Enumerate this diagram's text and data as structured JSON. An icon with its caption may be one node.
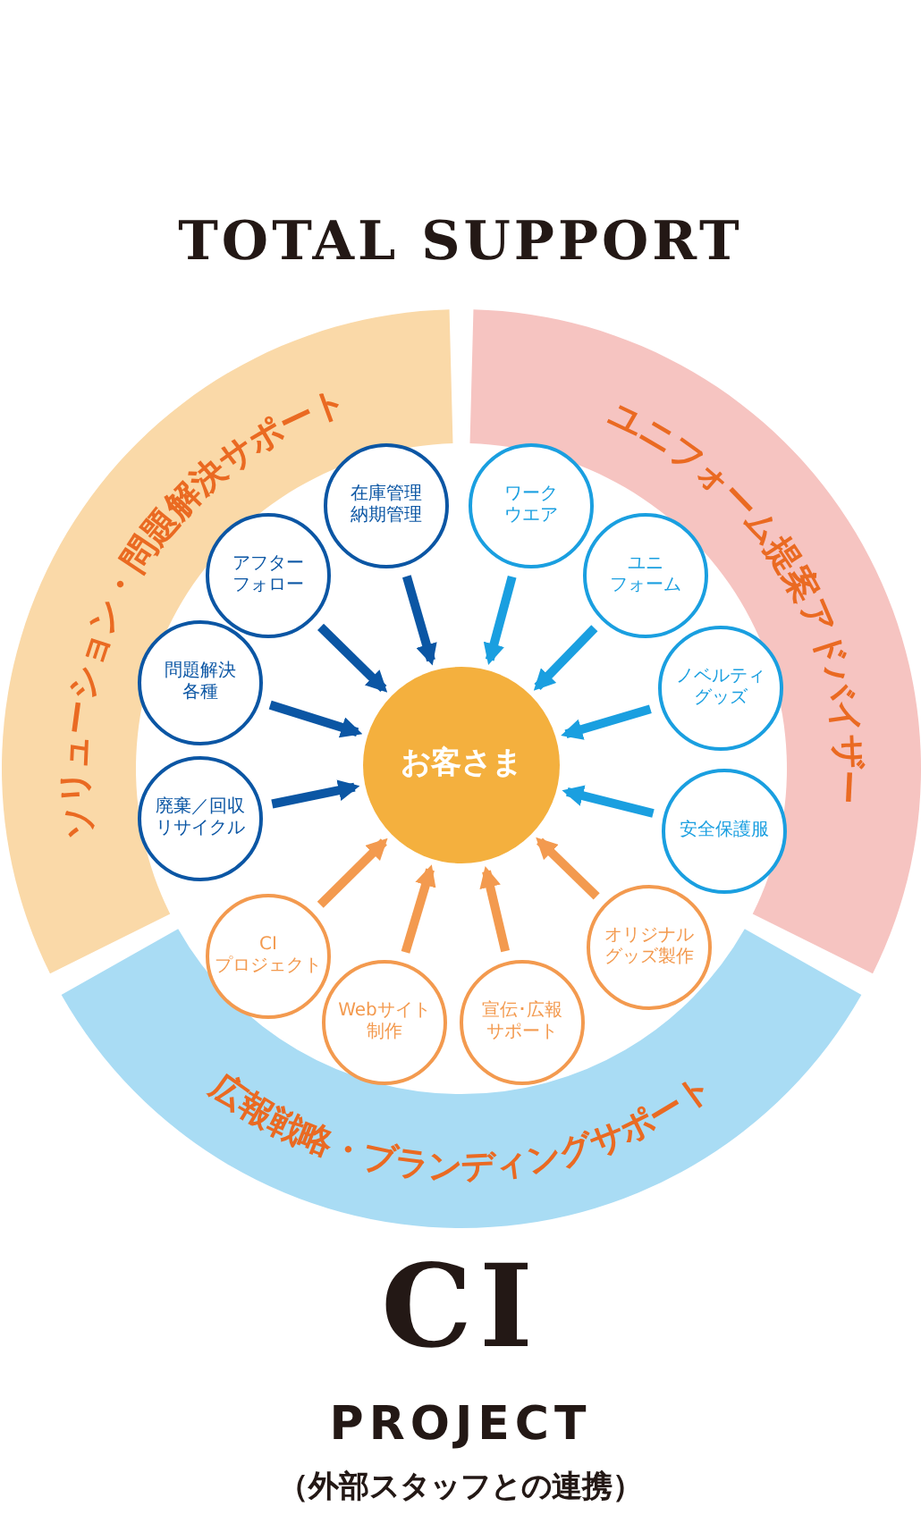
{
  "diagram": {
    "title": "TOTAL SUPPORT",
    "nodes": [
      {
        "text": [
          "ソリューション・問題解決サポート"
        ]
      },
      {
        "text": [
          "ユニフォーム提案アドバイザー"
        ]
      },
      {
        "text": [
          "広報戦略・ブランディングサポート"
        ]
      },
      {
        "text": [
          "在庫管理納期管理"
        ]
      },
      {
        "text": [
          "ワークウエア"
        ]
      },
      {
        "text": [
          "アフターフォロー"
        ]
      },
      {
        "text": [
          "ユニフォーム"
        ]
      },
      {
        "text": [
          "問題解決各種"
        ]
      },
      {
        "text": [
          "ノベルティグッズ"
        ]
      },
      {
        "text": [
          "お客さま"
        ]
      },
      {
        "text": [
          "廃棄／回収リサイクル"
        ]
      },
      {
        "text": [
          "安全保護服"
        ]
      },
      {
        "text": [
          "CIプロジェクト"
        ]
      },
      {
        "text": [
          "オリジナルグッズ製作"
        ]
      },
      {
        "text": [
          "Webサイト制作"
        ]
      },
      {
        "text": [
          "宣伝･広報サポート"
        ]
      }
    ],
    "edges": [
      {
        "from": 3,
        "to": 9,
        "arrow": "to",
        "color": "#0b56a4"
      },
      {
        "from": 4,
        "to": 9,
        "arrow": "to",
        "color": "#1a9fe0"
      },
      {
        "from": 5,
        "to": 9,
        "arrow": "to",
        "color": "#0b56a4"
      },
      {
        "from": 6,
        "to": 9,
        "arrow": "to",
        "color": "#1a9fe0"
      },
      {
        "from": 7,
        "to": 9,
        "arrow": "to",
        "color": "#0b56a4"
      },
      {
        "from": 8,
        "to": 9,
        "arrow": "to",
        "color": "#1a9fe0"
      },
      {
        "from": 10,
        "to": 9,
        "arrow": "to",
        "color": "#0b56a4"
      },
      {
        "from": 11,
        "to": 9,
        "arrow": "to",
        "color": "#1a9fe0"
      },
      {
        "from": 12,
        "to": 9,
        "arrow": "to",
        "color": "#f39a4f"
      },
      {
        "from": 13,
        "to": 9,
        "arrow": "to",
        "color": "#f39a4f"
      },
      {
        "from": 14,
        "to": 9,
        "arrow": "to",
        "color": "#f39a4f"
      },
      {
        "from": 15,
        "to": 9,
        "arrow": "to",
        "color": "#f39a4f"
      }
    ],
    "labels": [
      "CI",
      "PROJECT",
      "（外部スタッフとの連携）"
    ]
  }
}
